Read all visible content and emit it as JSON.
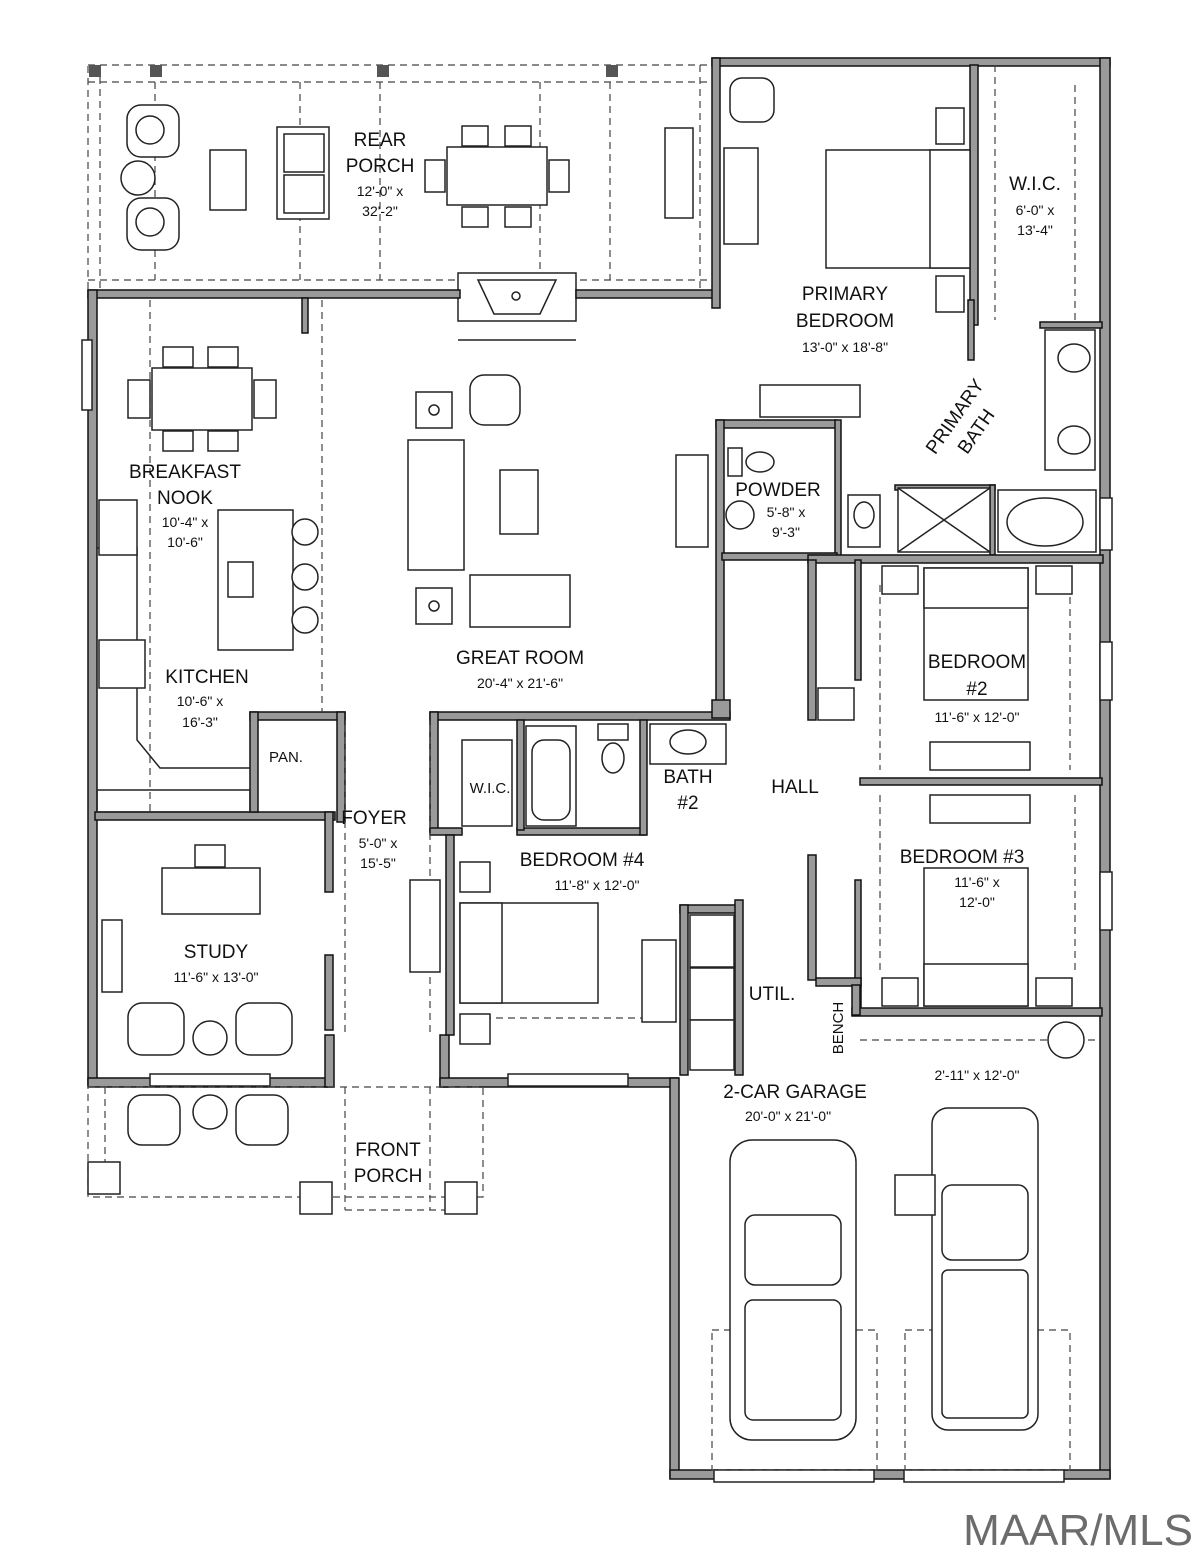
{
  "rooms": {
    "rear_porch": {
      "name_lines": [
        "REAR",
        "PORCH"
      ],
      "dim_lines": [
        "12'-0\" x",
        "32'-2\""
      ]
    },
    "primary_bedroom": {
      "name_lines": [
        "PRIMARY",
        "BEDROOM"
      ],
      "dim_lines": [
        "13'-0\" x 18'-8\""
      ]
    },
    "primary_wic": {
      "name_lines": [
        "W.I.C."
      ],
      "dim_lines": [
        "6'-0\" x",
        "13'-4\""
      ]
    },
    "primary_bath": {
      "name_lines": [
        "PRIMARY",
        "BATH"
      ]
    },
    "breakfast_nook": {
      "name_lines": [
        "BREAKFAST",
        "NOOK"
      ],
      "dim_lines": [
        "10'-4\" x",
        "10'-6\""
      ]
    },
    "powder": {
      "name_lines": [
        "POWDER"
      ],
      "dim_lines": [
        "5'-8\" x",
        "9'-3\""
      ]
    },
    "great_room": {
      "name_lines": [
        "GREAT ROOM"
      ],
      "dim_lines": [
        "20'-4\" x 21'-6\""
      ]
    },
    "kitchen": {
      "name_lines": [
        "KITCHEN"
      ],
      "dim_lines": [
        "10'-6\" x",
        "16'-3\""
      ]
    },
    "bedroom2": {
      "name_lines": [
        "BEDROOM",
        "#2"
      ],
      "dim_lines": [
        "11'-6\" x 12'-0\""
      ]
    },
    "pantry": {
      "name_lines": [
        "PAN."
      ]
    },
    "wic_bed4": {
      "name_lines": [
        "W.I.C."
      ]
    },
    "bath2": {
      "name_lines": [
        "BATH",
        "#2"
      ]
    },
    "hall": {
      "name_lines": [
        "HALL"
      ]
    },
    "foyer": {
      "name_lines": [
        "FOYER"
      ],
      "dim_lines": [
        "5'-0\" x",
        "15'-5\""
      ]
    },
    "bedroom4": {
      "name_lines": [
        "BEDROOM #4"
      ],
      "dim_lines": [
        "11'-8\" x 12'-0\""
      ]
    },
    "bedroom3": {
      "name_lines": [
        "BEDROOM #3"
      ],
      "dim_lines": [
        "11'-6\" x",
        "12'-0\""
      ]
    },
    "study": {
      "name_lines": [
        "STUDY"
      ],
      "dim_lines": [
        "11'-6\" x 13'-0\""
      ]
    },
    "utility": {
      "name_lines": [
        "UTIL."
      ]
    },
    "bench": {
      "name_lines": [
        "BENCH"
      ]
    },
    "garage": {
      "name_lines": [
        "2-CAR GARAGE"
      ],
      "dim_lines": [
        "20'-0\" x 21'-0\""
      ]
    },
    "garage_extension": {
      "dim_lines": [
        "2'-11\" x 12'-0\""
      ]
    },
    "front_porch": {
      "name_lines": [
        "FRONT",
        "PORCH"
      ]
    }
  },
  "watermark": "MAAR/MLS"
}
